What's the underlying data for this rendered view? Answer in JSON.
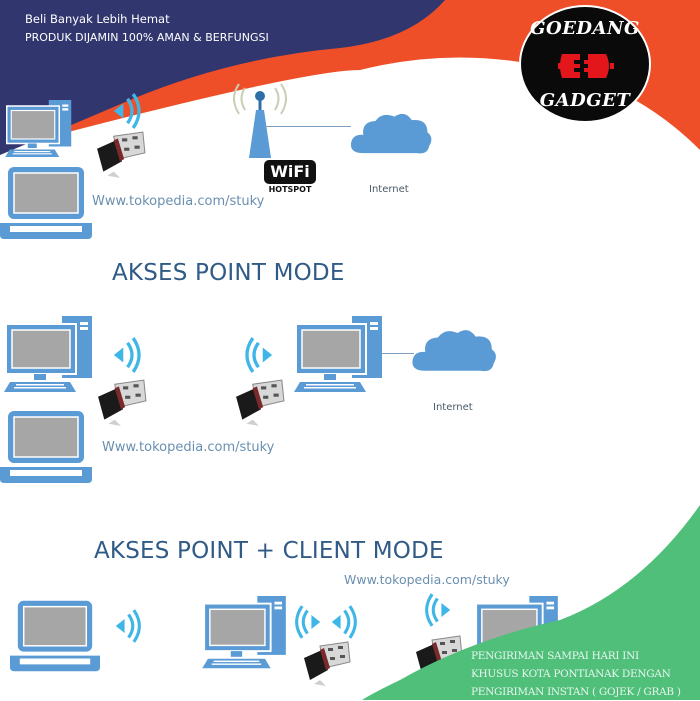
{
  "banner": {
    "line1": "Beli Banyak Lebih Hemat",
    "line2": "PRODUK DIJAMIN 100% AMAN & BERFUNGSI",
    "colors": {
      "navy": "#32366f",
      "orange": "#ef4f28"
    }
  },
  "logo": {
    "top_text": "GOEDANG",
    "bottom_text": "GADGET",
    "icon": "plug-socket-icon",
    "colors": {
      "bg": "#0a0a0a",
      "accent": "#e3161c"
    }
  },
  "section_client": {
    "hotspot_label_top": "WiFi",
    "hotspot_label_bottom": "HOTSPOT",
    "internet_label": "Internet",
    "url": "Www.tokopedia.com/stuky"
  },
  "section_ap": {
    "title": "AKSES POINT MODE",
    "internet_label": "Internet",
    "url": "Www.tokopedia.com/stuky"
  },
  "section_ap_client": {
    "title": "AKSES POINT + CLIENT MODE",
    "url": "Www.tokopedia.com/stuky"
  },
  "shipping": {
    "line1": "PENGIRIMAN SAMPAI HARI INI",
    "line2": "KHUSUS KOTA PONTIANAK DENGAN",
    "line3": "PENGIRIMAN INSTAN ( GOJEK / GRAB )",
    "color": "#4fbf7a"
  },
  "icon_colors": {
    "device_blue": "#5b9bd5",
    "screen_gray": "#a6a6a6",
    "wave_cyan": "#3fb6e8",
    "cloud": "#5b9bd5"
  }
}
